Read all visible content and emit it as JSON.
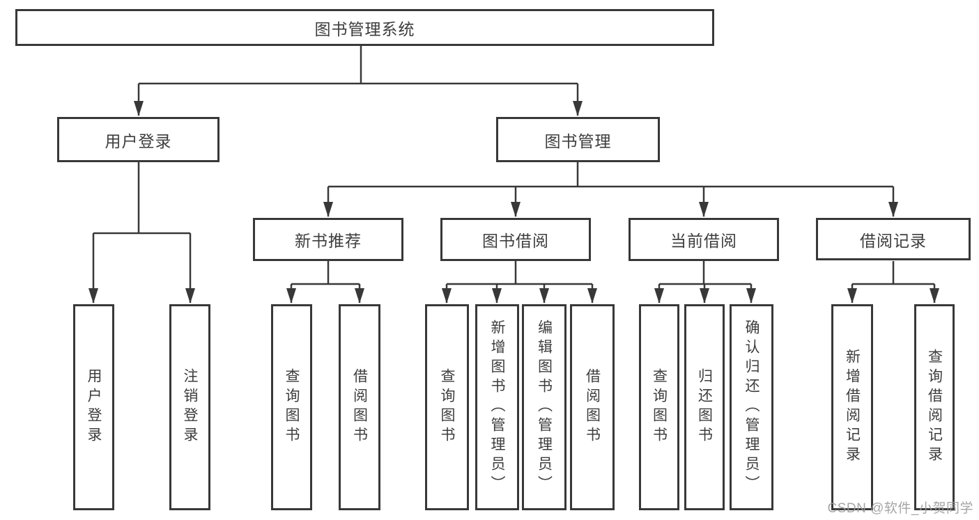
{
  "colors": {
    "line": "#383838",
    "text": "#3d3d3d",
    "watermark": "#9c9c9c"
  },
  "root": {
    "label": "图书管理系统"
  },
  "branches": [
    {
      "label": "用户登录",
      "leaves": [
        {
          "label": "用户登录"
        },
        {
          "label": "注销登录"
        }
      ]
    },
    {
      "label": "图书管理",
      "groups": [
        {
          "label": "新书推荐",
          "leaves": [
            {
              "label": "查询图书"
            },
            {
              "label": "借阅图书"
            }
          ]
        },
        {
          "label": "图书借阅",
          "leaves": [
            {
              "label": "查询图书"
            },
            {
              "label": "新增图书（管理员）"
            },
            {
              "label": "编辑图书（管理员）"
            },
            {
              "label": "借阅图书"
            }
          ]
        },
        {
          "label": "当前借阅",
          "leaves": [
            {
              "label": "查询图书"
            },
            {
              "label": "归还图书"
            },
            {
              "label": "确认归还（管理员）"
            }
          ]
        },
        {
          "label": "借阅记录",
          "leaves": [
            {
              "label": "新增借阅记录"
            },
            {
              "label": "查询借阅记录"
            }
          ]
        }
      ]
    }
  ],
  "watermark": {
    "text": "CSDN @软件_小贺同学"
  }
}
